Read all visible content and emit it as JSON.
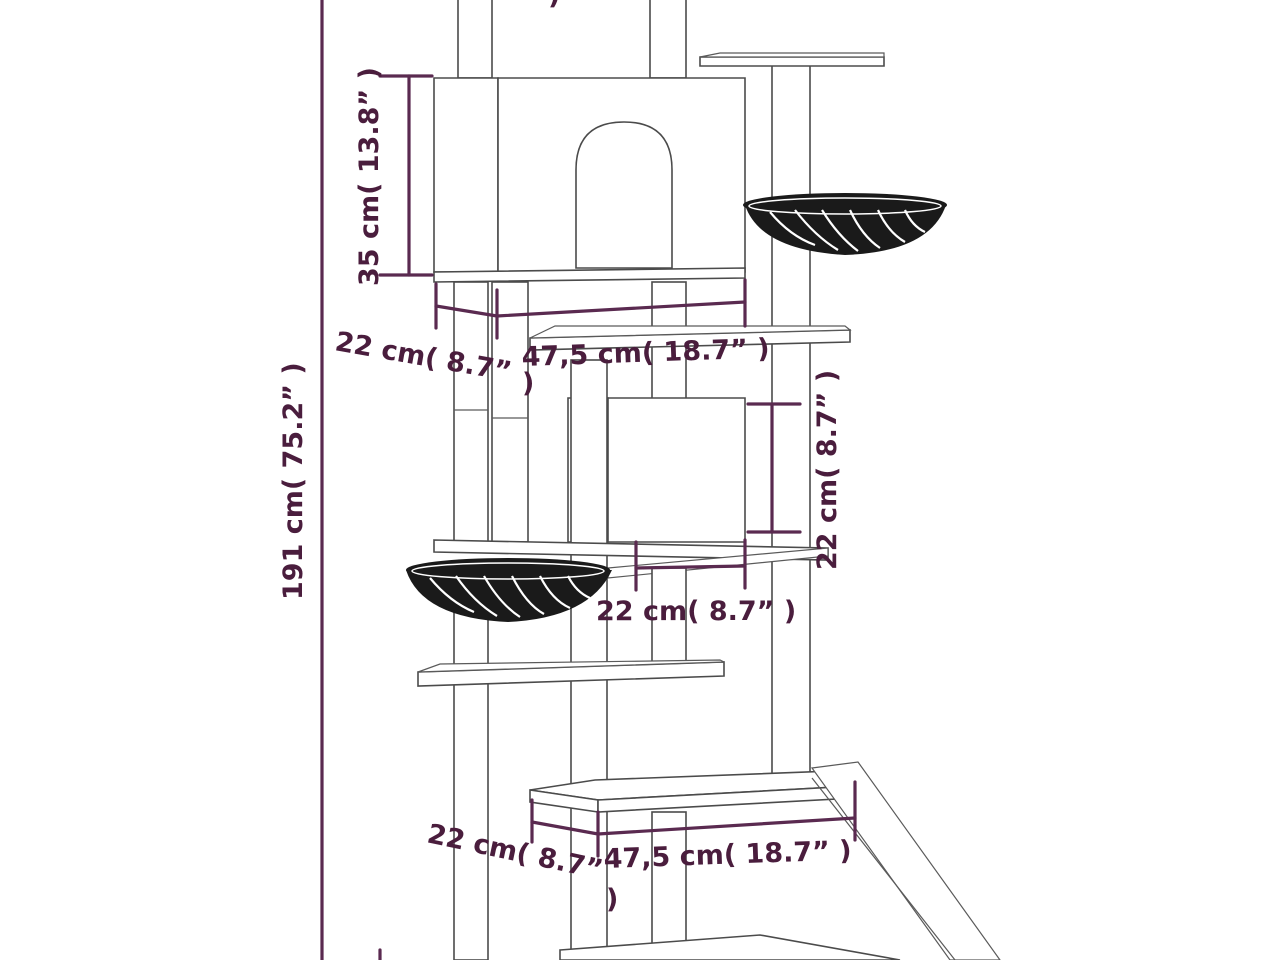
{
  "colors": {
    "dimension": "#5a2a50",
    "dimension_text": "#4a1d3d",
    "outline": "#4b4b4b",
    "hammock": "#1a1a1a",
    "background": "#ffffff"
  },
  "dimensions": {
    "total_height": "191 cm( 75.2”   )",
    "house_height": "35 cm( 13.8”   )",
    "house_depth": "22 cm( 8.7”",
    "house_depth_close": ")",
    "house_width": "47,5 cm( 18.7”   )",
    "box_height": "22 cm( 8.7”   )",
    "box_width": "22 cm( 8.7”   )",
    "base_depth": "22 cm( 8.7”",
    "base_depth_close": ")",
    "base_width": "47,5 cm( 18.7”   )",
    "top_partial": ")"
  }
}
